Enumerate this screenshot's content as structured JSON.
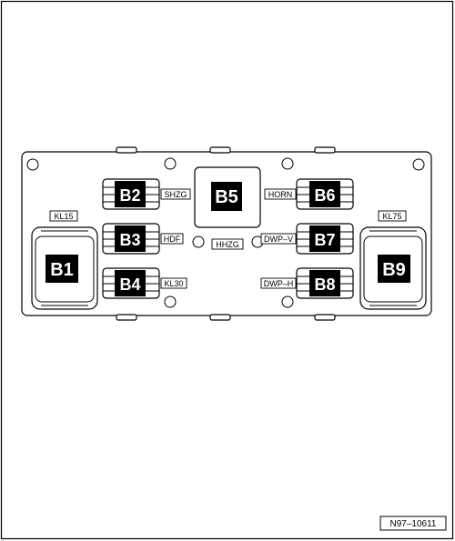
{
  "figure_number": "N97–10611",
  "relays": {
    "b1": "B1",
    "b2": "B2",
    "b3": "B3",
    "b4": "B4",
    "b5": "B5",
    "b6": "B6",
    "b7": "B7",
    "b8": "B8",
    "b9": "B9"
  },
  "terminals": {
    "kl15": "KL15",
    "kl75": "KL75",
    "kl30": "KL30",
    "shzg": "SHZG",
    "hdf": "HDF",
    "hhzg": "HHZG",
    "horn": "HORN",
    "dwp_v": "DWP–V",
    "dwp_h": "DWP–H"
  }
}
